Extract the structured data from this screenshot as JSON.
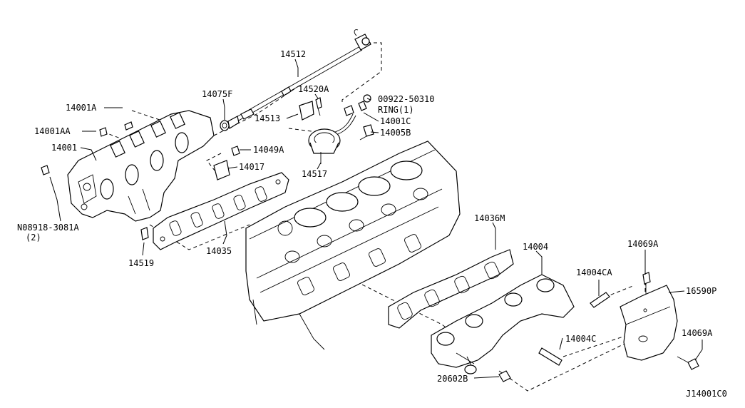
{
  "diagram_id": "J14001C0",
  "callouts": {
    "p14512": "14512",
    "p14075F": "14075F",
    "p14520A": "14520A",
    "p00922": "00922-50310",
    "ring": "RING(1)",
    "p14001A": "14001A",
    "p14513": "14513",
    "p14001C": "14001C",
    "p14001AA": "14001AA",
    "p14005B": "14005B",
    "p14001": "14001",
    "p14049A": "14049A",
    "p14017": "14017",
    "p14517": "14517",
    "p08918": "N08918-3081A",
    "qty2": "(2)",
    "p14036M": "14036M",
    "p14035": "14035",
    "p14519": "14519",
    "p14004": "14004",
    "p14069A_top": "14069A",
    "p14004CA": "14004CA",
    "p16590P": "16590P",
    "p14069A_right": "14069A",
    "p14004C": "14004C",
    "p20602B": "20602B"
  }
}
